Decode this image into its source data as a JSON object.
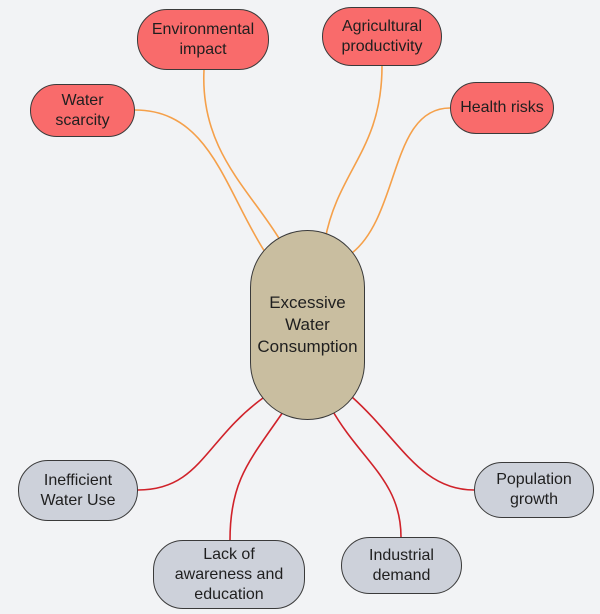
{
  "center": {
    "label": "Excessive\nWater\nConsumption"
  },
  "effects": [
    {
      "id": "water-scarcity",
      "label": "Water\nscarcity"
    },
    {
      "id": "environmental-impact",
      "label": "Environmental\nimpact"
    },
    {
      "id": "agricultural-productivity",
      "label": "Agricultural\nproductivity"
    },
    {
      "id": "health-risks",
      "label": "Health risks"
    }
  ],
  "causes": [
    {
      "id": "inefficient-water-use",
      "label": "Inefficient\nWater Use"
    },
    {
      "id": "lack-of-awareness",
      "label": "Lack of\nawareness and\neducation"
    },
    {
      "id": "industrial-demand",
      "label": "Industrial\ndemand"
    },
    {
      "id": "population-growth",
      "label": "Population\ngrowth"
    }
  ],
  "colors": {
    "background": "#f2f3f5",
    "center_fill": "#c9bea0",
    "effect_fill": "#f96b6b",
    "cause_fill": "#cdd1da",
    "effect_link": "#f5a04a",
    "cause_link": "#d0222a",
    "border": "#3a3a3a"
  }
}
